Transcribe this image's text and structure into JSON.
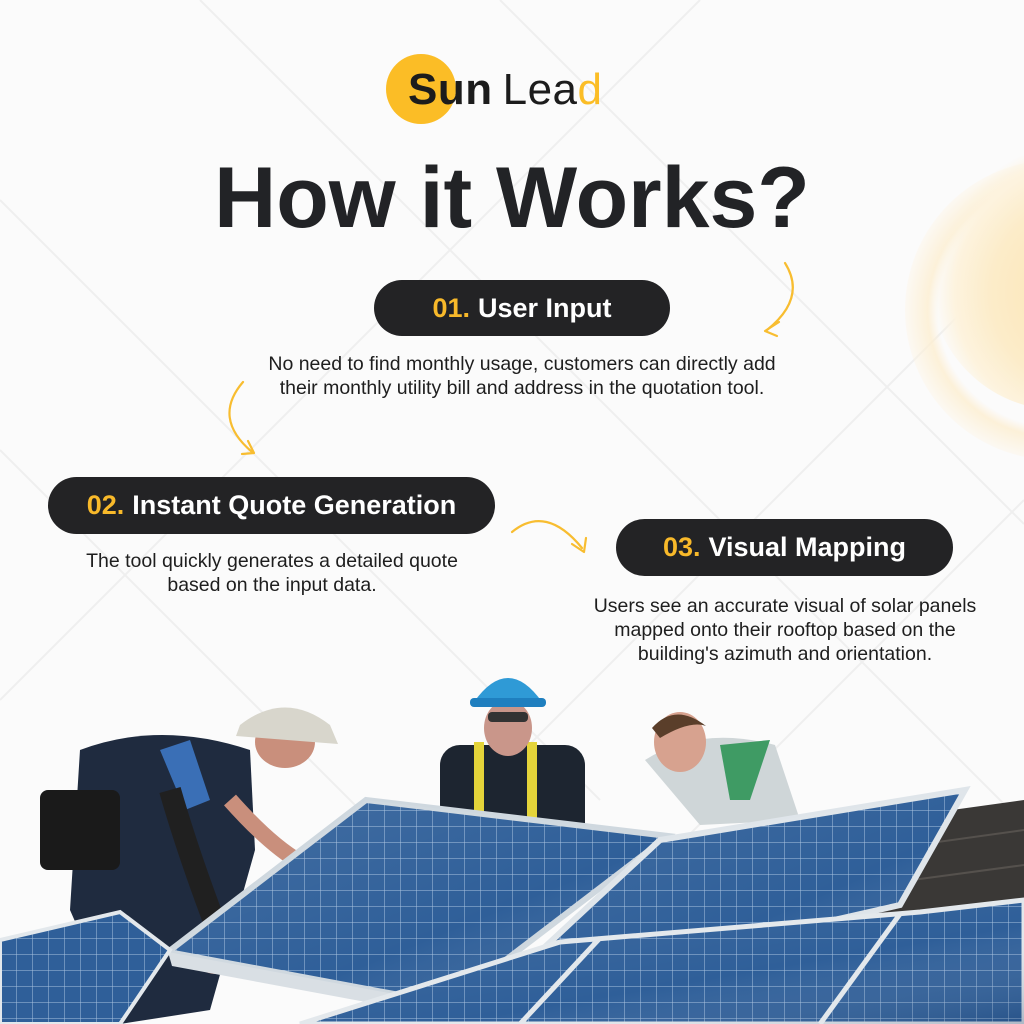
{
  "brand": {
    "name_bold": "Sun",
    "name_regular_prefix": "Lea",
    "name_accent_suffix": "d",
    "accent_color": "#fbbd26",
    "dark_color": "#232325"
  },
  "title": "How it Works?",
  "steps": [
    {
      "number": "01.",
      "label": "User Input",
      "description": "No need to find monthly usage, customers can directly add their monthly utility bill and address in the quotation tool."
    },
    {
      "number": "02.",
      "label": "Instant Quote Generation",
      "description": "The tool quickly generates a detailed quote based on the input data."
    },
    {
      "number": "03.",
      "label": "Visual Mapping",
      "description": "Users see an accurate visual of solar panels mapped onto their rooftop based on the building's azimuth and orientation."
    }
  ],
  "decorations": {
    "arrows": [
      "curved-arrow-down-left",
      "curved-arrow-down-right",
      "curved-arrow-right"
    ],
    "photo": "workers-installing-solar-panels-on-roof"
  }
}
